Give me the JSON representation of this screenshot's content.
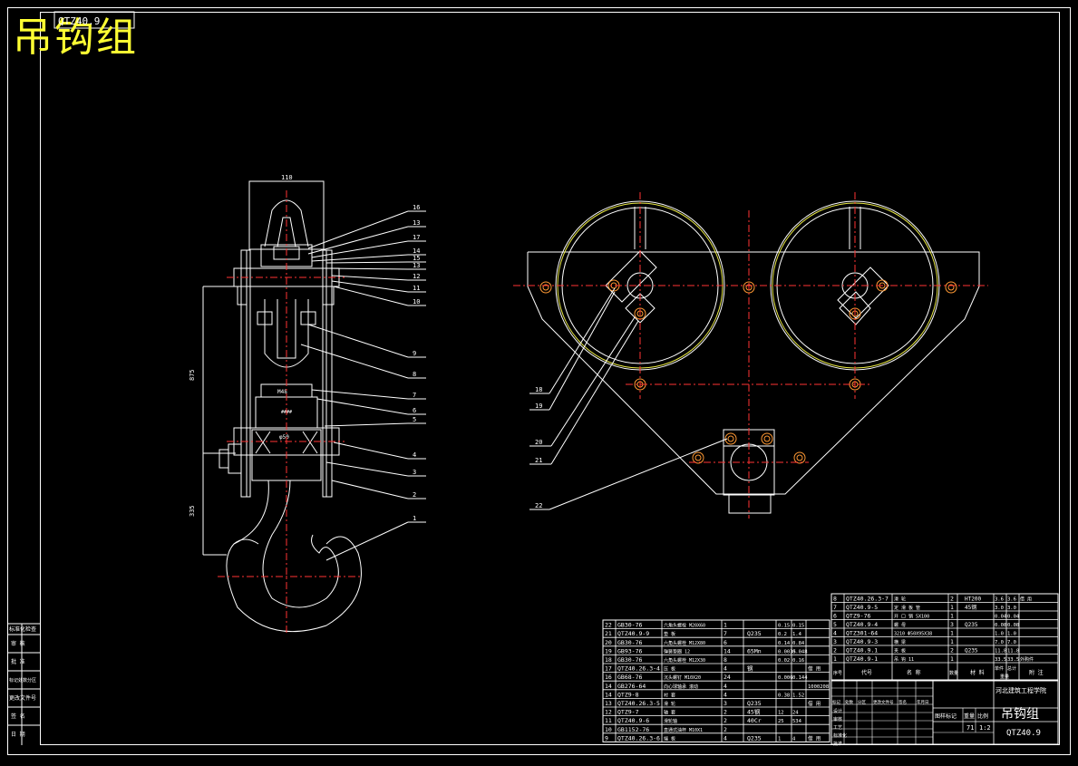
{
  "drawing": {
    "title": "吊钩组",
    "code_stamp": "QTZ40.9",
    "dimensions": {
      "width_top": "110",
      "height_main": "875",
      "height_lower": "335",
      "nut_label": "M48",
      "bore_label": "φ50"
    },
    "side_view_part_numbers": [
      "16",
      "13",
      "17",
      "14",
      "15",
      "13",
      "12",
      "11",
      "10",
      "9",
      "8",
      "7",
      "6",
      "5",
      "4",
      "3",
      "2",
      "1"
    ],
    "front_view_part_numbers": [
      "18",
      "19",
      "20",
      "21",
      "22"
    ],
    "left_strip_labels": [
      "标准化检查",
      "审 核",
      "批 准",
      "标记处数分区",
      "更改文件号",
      "签 名",
      "日 期"
    ]
  },
  "bom_left": {
    "rows": [
      {
        "no": "22",
        "code": "GB30-76",
        "name": "六角头螺栓 M20X60",
        "qty": "1",
        "material": "",
        "unit": "0.15",
        "total": "0.15",
        "note": ""
      },
      {
        "no": "21",
        "code": "QTZ40.9-9",
        "name": "垫 板",
        "qty": "7",
        "material": "Q235",
        "unit": "0.2",
        "total": "1.4",
        "note": ""
      },
      {
        "no": "20",
        "code": "GB30-76",
        "name": "六角头螺栓 M12X80",
        "qty": "6",
        "material": "",
        "unit": "0.14",
        "total": "0.84",
        "note": ""
      },
      {
        "no": "19",
        "code": "GB93-76",
        "name": "弹簧垫圈 12",
        "qty": "14",
        "material": "65Mn",
        "unit": "0.0035",
        "total": "0.048",
        "note": ""
      },
      {
        "no": "18",
        "code": "GB30-76",
        "name": "六角头螺栓 M12X30",
        "qty": "8",
        "material": "",
        "unit": "0.02",
        "total": "0.16",
        "note": ""
      },
      {
        "no": "17",
        "code": "QTZ40.26.3-4",
        "name": "压 板",
        "qty": "4",
        "material": "钢",
        "unit": "",
        "total": "",
        "note": "借 用"
      },
      {
        "no": "16",
        "code": "GB68-76",
        "name": "沉头螺钉 M10X20",
        "qty": "24",
        "material": "",
        "unit": "0.006",
        "total": "0.144",
        "note": ""
      },
      {
        "no": "14",
        "code": "GB276-64",
        "name": "向心球轴承 滚动",
        "qty": "4",
        "material": "",
        "unit": "",
        "total": "",
        "note": "1000208"
      },
      {
        "no": "14",
        "code": "QTZ9-8",
        "name": "衬 套",
        "qty": "4",
        "material": "",
        "unit": "0.38",
        "total": "1.52",
        "note": ""
      },
      {
        "no": "13",
        "code": "QTZ40.26.3-5",
        "name": "滑 轮",
        "qty": "3",
        "material": "Q235",
        "unit": "",
        "total": "",
        "note": "借 用"
      },
      {
        "no": "12",
        "code": "QTZ9-7",
        "name": "轴 套",
        "qty": "2",
        "material": "45钢",
        "unit": "12",
        "total": "24",
        "note": ""
      },
      {
        "no": "11",
        "code": "QTZ40.9-6",
        "name": "滑轮轴",
        "qty": "2",
        "material": "40Cr",
        "unit": "25",
        "total": "534",
        "note": ""
      },
      {
        "no": "10",
        "code": "GB1152-76",
        "name": "直通式油杯 M10X1",
        "qty": "2",
        "material": "",
        "unit": "",
        "total": "",
        "note": ""
      },
      {
        "no": "9",
        "code": "QTZ40.26.3-6",
        "name": "端 板",
        "qty": "4",
        "material": "Q235",
        "unit": "1",
        "total": "4",
        "note": "借 用"
      }
    ]
  },
  "bom_right": {
    "rows": [
      {
        "no": "8",
        "code": "QTZ40.26.3-7",
        "name": "滑 轮",
        "qty": "2",
        "material": "HT200",
        "unit": "3.6",
        "total": "3.6",
        "note": "借 用"
      },
      {
        "no": "7",
        "code": "QTZ40.9-5",
        "name": "定 滑 板 管",
        "qty": "1",
        "material": "45钢",
        "unit": "3.0",
        "total": "3.0",
        "note": ""
      },
      {
        "no": "6",
        "code": "QTZ9-76",
        "name": "开 口 销 5X100",
        "qty": "1",
        "material": "",
        "unit": "0.04",
        "total": "0.04",
        "note": ""
      },
      {
        "no": "5",
        "code": "QTZ40.9-4",
        "name": "螺 母",
        "qty": "3",
        "material": "Q235",
        "unit": "0.08",
        "total": "0.08",
        "note": ""
      },
      {
        "no": "4",
        "code": "QTZ301-64",
        "name": "3210 Φ50X95X38",
        "qty": "1",
        "material": "",
        "unit": "1.0",
        "total": "1.0",
        "note": ""
      },
      {
        "no": "3",
        "code": "QTZ40.9-3",
        "name": "横 梁",
        "qty": "1",
        "material": "",
        "unit": "7.0",
        "total": "7.0",
        "note": ""
      },
      {
        "no": "2",
        "code": "QTZ40.9.1",
        "name": "夹 板",
        "qty": "2",
        "material": "Q235",
        "unit": "11.8",
        "total": "11.8",
        "note": ""
      },
      {
        "no": "1",
        "code": "QTZ40.9-1",
        "name": "吊 钩 11",
        "qty": "1",
        "material": "",
        "unit": "33.5",
        "total": "33.5",
        "note": "外购件"
      }
    ],
    "header": {
      "no": "序号",
      "code": "代号",
      "name": "名 称",
      "qty": "数量",
      "material": "材 料",
      "unit_weight": "单件",
      "total_weight": "总计",
      "weight": "重量",
      "note": "附 注"
    }
  },
  "title_block": {
    "school": "河北建筑工程学院",
    "name": "吊钩组",
    "code": "QTZ40.9",
    "stage_label": "图样标记",
    "weight_label": "重量",
    "scale_label": "比例",
    "weight": "71",
    "scale": "1:2",
    "rows": [
      "设计",
      "审核",
      "工艺",
      "标准化",
      "批准"
    ],
    "row_labels_small": [
      "标记",
      "处数",
      "分区",
      "更改文件号",
      "签名",
      "年月日"
    ]
  }
}
